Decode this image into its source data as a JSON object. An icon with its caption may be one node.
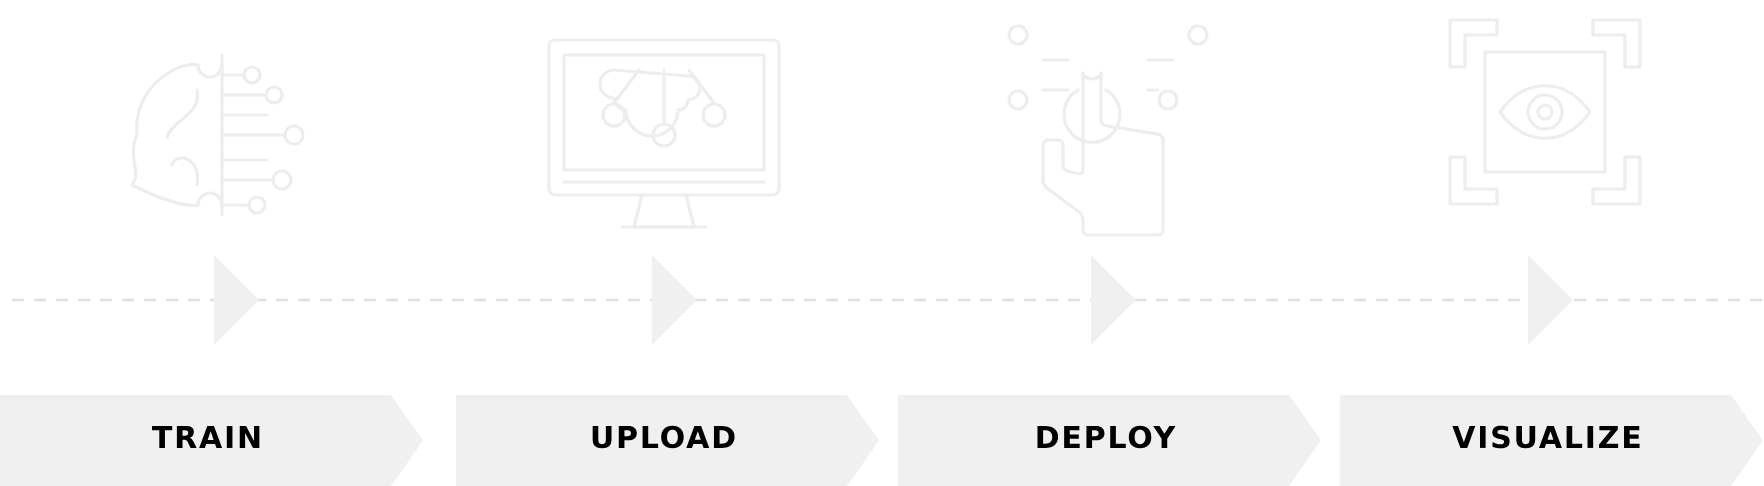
{
  "diagram": {
    "nodes": [
      {
        "text": [
          "TRAIN"
        ]
      },
      {
        "text": [
          "UPLOAD"
        ]
      },
      {
        "text": [
          "DEPLOY"
        ]
      },
      {
        "text": [
          "VISUALIZE"
        ]
      }
    ]
  }
}
